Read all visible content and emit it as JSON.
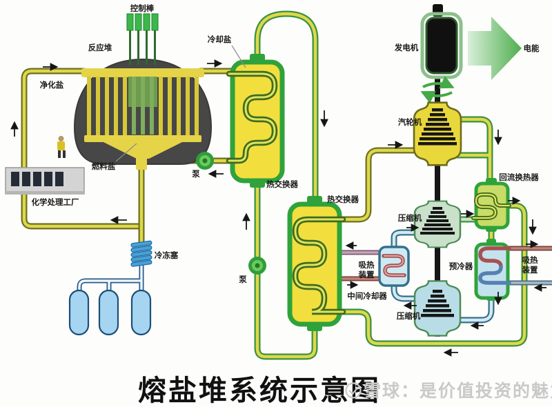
{
  "diagram": {
    "caption": "熔盐堆系统示意图",
    "watermark": "雪球：是价值投资的魅力",
    "labels": {
      "control_rods": "控制棒",
      "reactor": "反应堆",
      "purified_salt": "净化盐",
      "fuel_salt": "燃料盐",
      "coolant_salt": "冷却盐",
      "chem_plant": "化学处理工厂",
      "freeze_plug": "冷冻塞",
      "pump_primary": "泵",
      "pump_secondary": "泵",
      "hx_primary": "热交换器",
      "hx_secondary": "热交换器",
      "generator": "发电机",
      "electric_power": "电能",
      "turbine": "汽轮机",
      "recuperator": "回流换热器",
      "compressor_hp": "压缩机",
      "compressor_lp": "压缩机",
      "intercooler": "中间冷却器",
      "precooler": "预冷器",
      "heat_sink_left_line1": "吸热",
      "heat_sink_left_line2": "装置",
      "heat_sink_right_line1": "吸热",
      "heat_sink_right_line2": "装置"
    },
    "colors": {
      "pipe_yellow": "#ddd84b",
      "pipe_border": "#6e6f1f",
      "green_pipe_border": "#3c9140",
      "light_green_core": "#cfe3c4",
      "green_border": "#2fa23c",
      "hx_fill": "#f2df3d",
      "coil_dark": "#3f6b1f",
      "coil_core": "#dfe35c",
      "reactor_gray": "#474747",
      "tank_blue": "#a5d5f0",
      "tank_border": "#1d4e77",
      "freeze_blue": "#4aa0d8",
      "cool_pipe": "#d3e9f2",
      "cool_border": "#35708c",
      "drain_border": "#2a5a8a",
      "drain_core": "#eef6fb",
      "turbine_yellow": "#e9d83c",
      "comp_green": "#c9e0cb",
      "comp_blue": "#b9dde6",
      "precooler_fill": "#c3e2ee",
      "recup_fill": "#c9dc67",
      "hot_coil": "#a85050",
      "cold_coil": "#5580b0",
      "plant_gray": "#d4d4d4",
      "shaft_black": "#161616",
      "watermark_gray": "#c9c9c9"
    }
  }
}
